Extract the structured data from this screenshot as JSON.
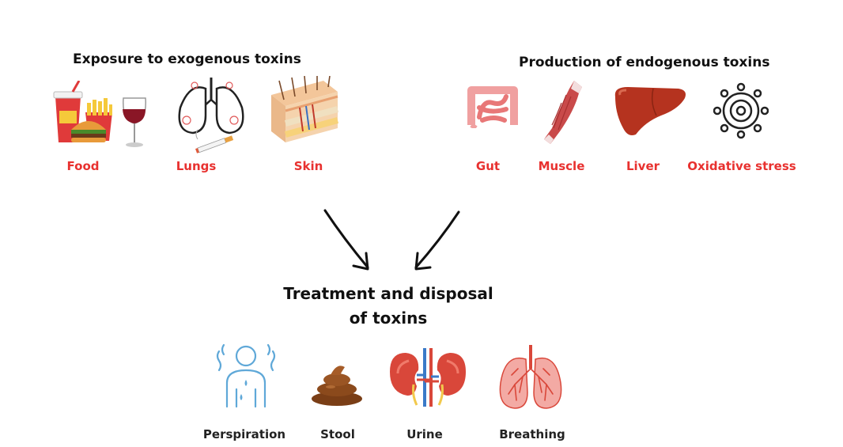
{
  "exogenous": {
    "heading": "Exposure to exogenous toxins",
    "items": [
      {
        "label": "Food",
        "icon": "food-icon"
      },
      {
        "label": "Lungs",
        "icon": "smoking-lungs-icon"
      },
      {
        "label": "Skin",
        "icon": "skin-icon"
      }
    ]
  },
  "endogenous": {
    "heading": "Production of endogenous toxins",
    "items": [
      {
        "label": "Gut",
        "icon": "intestine-icon"
      },
      {
        "label": "Muscle",
        "icon": "muscle-icon"
      },
      {
        "label": "Liver",
        "icon": "liver-icon"
      },
      {
        "label": "Oxidative stress",
        "icon": "molecule-icon"
      }
    ]
  },
  "treatment": {
    "title_line1": "Treatment and disposal",
    "title_line2": "of toxins",
    "items": [
      {
        "label": "Perspiration",
        "icon": "sweating-person-icon"
      },
      {
        "label": "Stool",
        "icon": "stool-icon"
      },
      {
        "label": "Urine",
        "icon": "kidneys-icon"
      },
      {
        "label": "Breathing",
        "icon": "lungs-icon"
      }
    ]
  },
  "colors": {
    "label_red": "#e8312f",
    "text_dark": "#111111",
    "organ_red": "#e05a5a",
    "liver_brown": "#b5331f",
    "stool_brown": "#8b4a1c",
    "outline_blue": "#5fa8d8"
  }
}
